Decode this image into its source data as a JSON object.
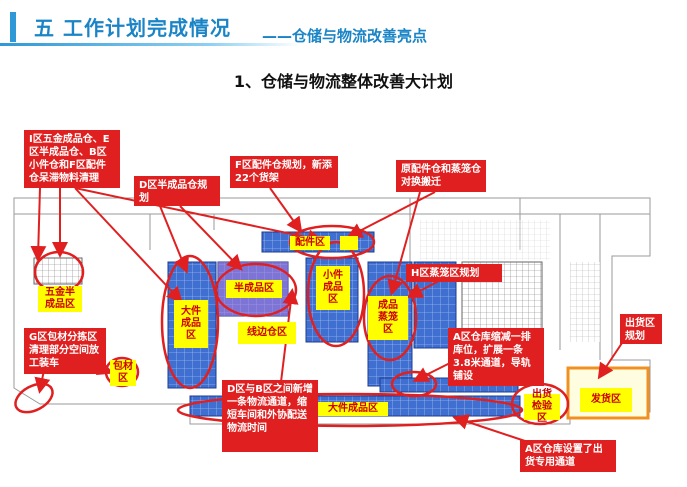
{
  "header": {
    "section_title": "五 工作计划完成情况",
    "section_subtitle": "——仓储与物流改善亮点"
  },
  "main_title": "1、仓储与物流整体改善大计划",
  "zones": {
    "distribution": "配件区",
    "semi_finished": "半成品区",
    "small_pieces": "小件成品区",
    "large_pieces": "大件成品区",
    "finished_cage": "成品蒸笼区",
    "edge_warehouse": "线边仓区",
    "hardware_semi": "五金半成品区",
    "packaging": "包材区",
    "large_finished_long": "大件成品区",
    "outbound_check": "出货检验区",
    "shipping": "发货区"
  },
  "notes": {
    "n1": "I区五金成品仓、E区半成品仓、B区小件仓和F区配件仓呆滞物料清理",
    "n2": "D区半成品仓规划",
    "n3": "F区配件仓规划，新添22个货架",
    "n4": "原配件仓和蒸笼仓对换搬迁",
    "n5": "H区蒸笼区规划",
    "n6": "G区包材分拣区清理部分空间放工装车",
    "n7": "D区与B区之间新增一条物流通道，缩短车间和外协配送物流时间",
    "n8": "A区仓库缩减一排库位，扩展一条3.8米通道，导轨铺设",
    "n9": "出货区规划",
    "n10": "A区仓库设置了出货专用通道"
  },
  "colors": {
    "annotation_red": "#e02020",
    "zone_yellow": "#ffff00",
    "rack_blue": "#4a72c8",
    "header_blue": "#1a84c6"
  }
}
